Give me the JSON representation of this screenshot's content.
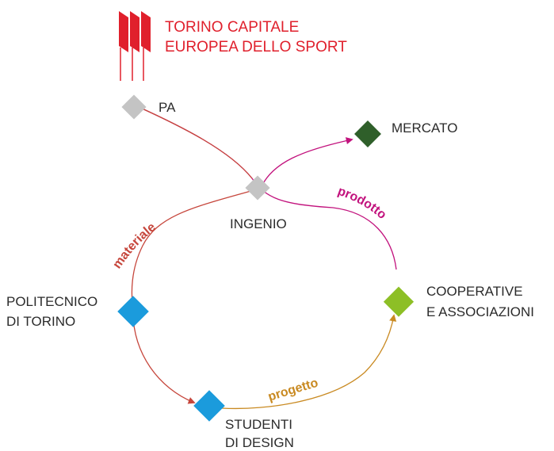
{
  "brand": {
    "line1": "TORINO CAPITALE",
    "line2": "EUROPEA DELLO SPORT",
    "color": "#e0202c",
    "icon": "flags-logo-icon"
  },
  "nodes": {
    "pa": {
      "label": "PA",
      "color": "#c4c4c4"
    },
    "mercato": {
      "label": "MERCATO",
      "color": "#2f5f2a"
    },
    "ingenio": {
      "label": "INGENIO",
      "color": "#c4c4c4"
    },
    "politecnico": {
      "line1": "POLITECNICO",
      "line2": "DI TORINO",
      "color": "#1b9bdc"
    },
    "cooperative": {
      "line1": "COOPERATIVE",
      "line2": "E ASSOCIAZIONI",
      "color": "#8dbf26"
    },
    "studenti": {
      "line1": "STUDENTI",
      "line2": "DI DESIGN",
      "color": "#1b9bdc"
    }
  },
  "flows": {
    "materiale": {
      "label": "materiale",
      "color": "#c6463c"
    },
    "prodotto": {
      "label": "prodotto",
      "color": "#c2127d"
    },
    "progetto": {
      "label": "progetto",
      "color": "#c98a22"
    }
  }
}
